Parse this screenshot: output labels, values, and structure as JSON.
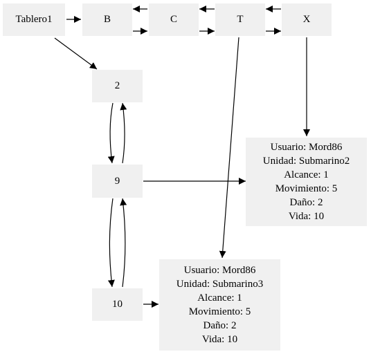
{
  "graph": {
    "nodes": {
      "tablero": {
        "label": "Tablero1"
      },
      "b": {
        "label": "B"
      },
      "c": {
        "label": "C"
      },
      "t": {
        "label": "T"
      },
      "x": {
        "label": "X"
      },
      "n2": {
        "label": "2"
      },
      "n9": {
        "label": "9"
      },
      "n10": {
        "label": "10"
      },
      "unit1": {
        "lines": [
          "Usuario: Mord86",
          "Unidad: Submarino2",
          "Alcance: 1",
          "Movimiento: 5",
          "Daño: 2",
          "Vida: 10"
        ]
      },
      "unit2": {
        "lines": [
          "Usuario: Mord86",
          "Unidad: Submarino3",
          "Alcance: 1",
          "Movimiento: 5",
          "Daño: 2",
          "Vida: 10"
        ]
      }
    }
  }
}
